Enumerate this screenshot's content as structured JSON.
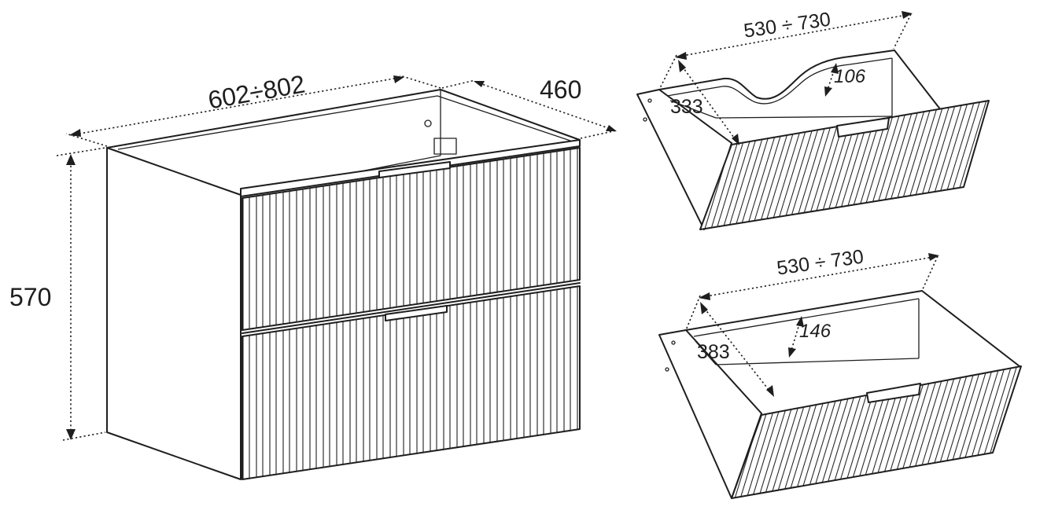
{
  "cabinet": {
    "width_label": "602÷802",
    "depth_label": "460",
    "height_label": "570"
  },
  "drawer_top": {
    "width_label": "530 ÷ 730",
    "depth_label": "333",
    "height_label": "106"
  },
  "drawer_bottom": {
    "width_label": "530 ÷ 730",
    "depth_label": "383",
    "height_label": "146"
  },
  "colors": {
    "line": "#1e1e1e",
    "background": "#ffffff"
  }
}
